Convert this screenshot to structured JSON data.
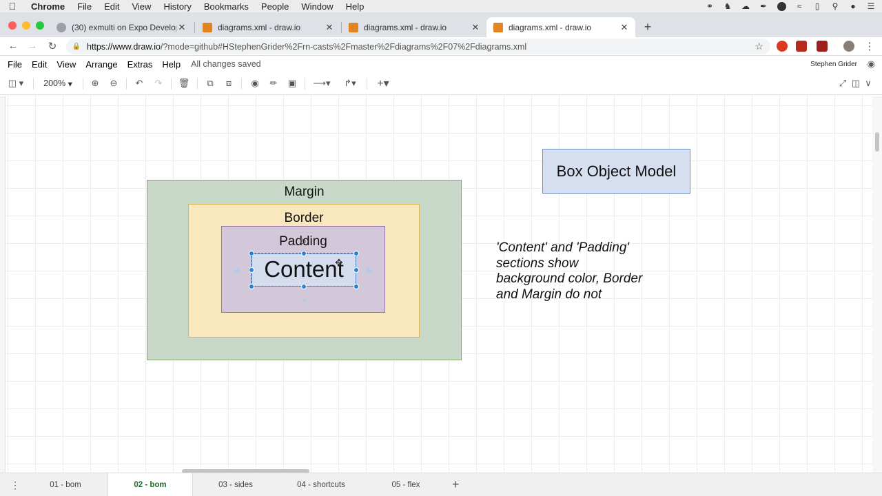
{
  "mac_menubar": {
    "app": "Chrome",
    "menus": [
      "File",
      "Edit",
      "View",
      "History",
      "Bookmarks",
      "People",
      "Window",
      "Help"
    ]
  },
  "tabs": [
    {
      "title": "(30) exmulti on Expo Develope",
      "active": false
    },
    {
      "title": "diagrams.xml - draw.io",
      "active": false
    },
    {
      "title": "diagrams.xml - draw.io",
      "active": false
    },
    {
      "title": "diagrams.xml - draw.io",
      "active": true
    }
  ],
  "address": {
    "host": "https://www.draw.io",
    "path": "/?mode=github#HStephenGrider%2Frn-casts%2Fmaster%2Fdiagrams%2F07%2Fdiagrams.xml"
  },
  "app_menu": {
    "items": [
      "File",
      "Edit",
      "View",
      "Arrange",
      "Extras",
      "Help"
    ],
    "status": "All changes saved",
    "user": "Stephen Grider"
  },
  "toolbar": {
    "zoom": "200%"
  },
  "diagram": {
    "margin_label": "Margin",
    "border_label": "Border",
    "padding_label": "Padding",
    "content_label": "Content",
    "title": "Box Object Model",
    "note_lines": [
      "'Content' and 'Padding'",
      "sections show",
      "background color, Border",
      "and Margin do not"
    ]
  },
  "pages": [
    {
      "label": "01 - bom",
      "active": false
    },
    {
      "label": "02 - bom",
      "active": true
    },
    {
      "label": "03 - sides",
      "active": false
    },
    {
      "label": "04 - shortcuts",
      "active": false
    },
    {
      "label": "05 - flex",
      "active": false
    }
  ],
  "colors": {
    "margin_fill": "#c9d9c9",
    "border_fill": "#f9e8bd",
    "padding_fill": "#d2c8d9",
    "content_fill": "#d5dcee",
    "selection": "#2a83d6",
    "active_page": "#1f6d28"
  }
}
